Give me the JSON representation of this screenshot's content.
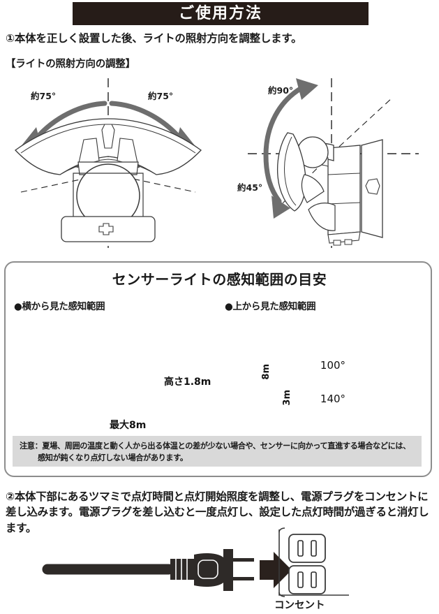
{
  "header": {
    "title": "ご使用方法"
  },
  "steps": {
    "step1": "①本体を正しく設置した後、ライトの照射方向を調整します。",
    "bracket_heading": "【ライトの照射方向の調整】",
    "step2": "②本体下部にあるツマミで点灯時間と点灯開始照度を調整し、電源プラグをコンセントに差し込みます。電源プラグを差し込むと一度点灯し、設定した点灯時間が過ぎると消灯します。"
  },
  "adjustment_diagrams": {
    "horizontal": {
      "label_left": "約75°",
      "label_right": "約75°"
    },
    "vertical": {
      "label_up": "約90°",
      "label_down": "約45°"
    }
  },
  "sensor_panel": {
    "title": "センサーライトの感知範囲の目安",
    "side_view": {
      "heading": "●横から見た感知範囲",
      "height_label": "高さ1.8m",
      "distance_label": "最大8m"
    },
    "top_view": {
      "heading": "●上から見た感知範囲",
      "outer_radius_label": "8m",
      "inner_radius_label": "3m",
      "outer_angle_label": "100°",
      "inner_angle_label": "140°"
    },
    "note": {
      "line1": "注意：夏場、周囲の温度と動く人から出る体温との差が少ない場合や、センサーに向かって直進する場合などには、",
      "line2": "感知が鈍くなり点灯しない場合があります。"
    }
  },
  "plug_diagram": {
    "outlet_label": "コンセント"
  },
  "colors": {
    "header_bg": "#261c18",
    "header_text": "#ffffff",
    "panel_border": "#8d8d8d",
    "note_bg": "#d9d9d9",
    "wall_gray": "#c5c5c5",
    "arrow_gray": "#6e6e6e",
    "line": "#222222"
  }
}
